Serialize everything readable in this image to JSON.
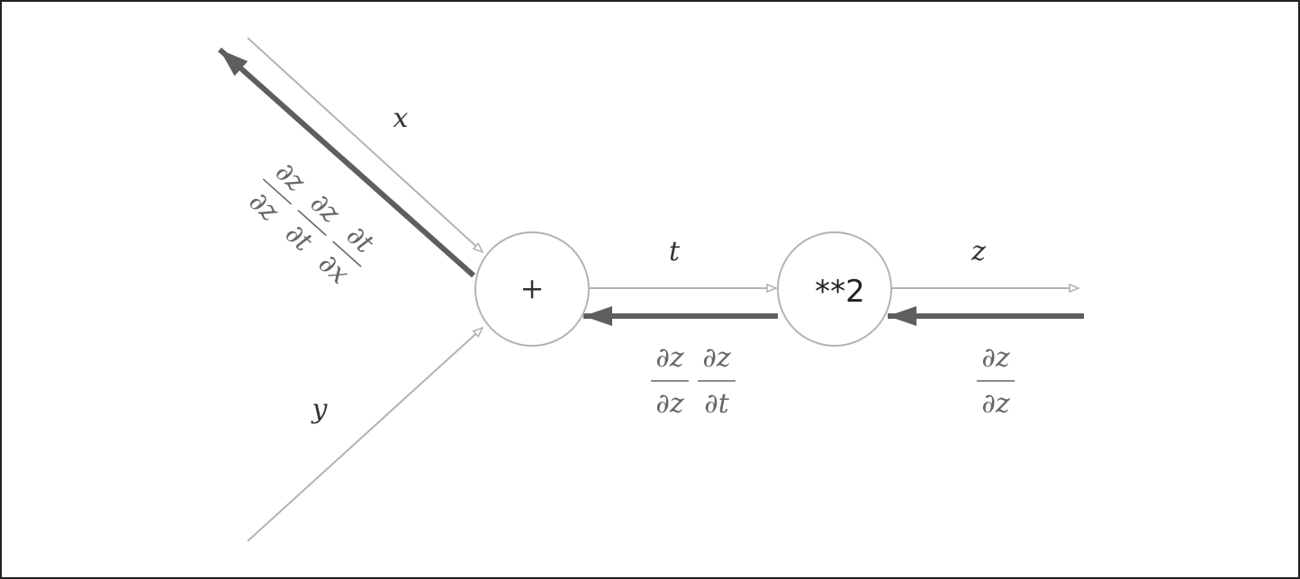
{
  "nodes": {
    "add": {
      "symbol": "+"
    },
    "square": {
      "symbol": "**2"
    }
  },
  "variables": {
    "x": "x",
    "y": "y",
    "t": "t",
    "z": "z"
  },
  "gradients": {
    "output": {
      "num": "∂z",
      "den": "∂z"
    },
    "to_t": [
      {
        "num": "∂z",
        "den": "∂z"
      },
      {
        "num": "∂z",
        "den": "∂t"
      }
    ],
    "to_x": [
      {
        "num": "∂z",
        "den": "∂z"
      },
      {
        "num": "∂z",
        "den": "∂t"
      },
      {
        "num": "∂t",
        "den": "∂x"
      }
    ]
  },
  "colors": {
    "forward": "#b3b3b3",
    "backward": "#5e5e5e",
    "label": "#333333",
    "gradient_label": "#666666"
  }
}
